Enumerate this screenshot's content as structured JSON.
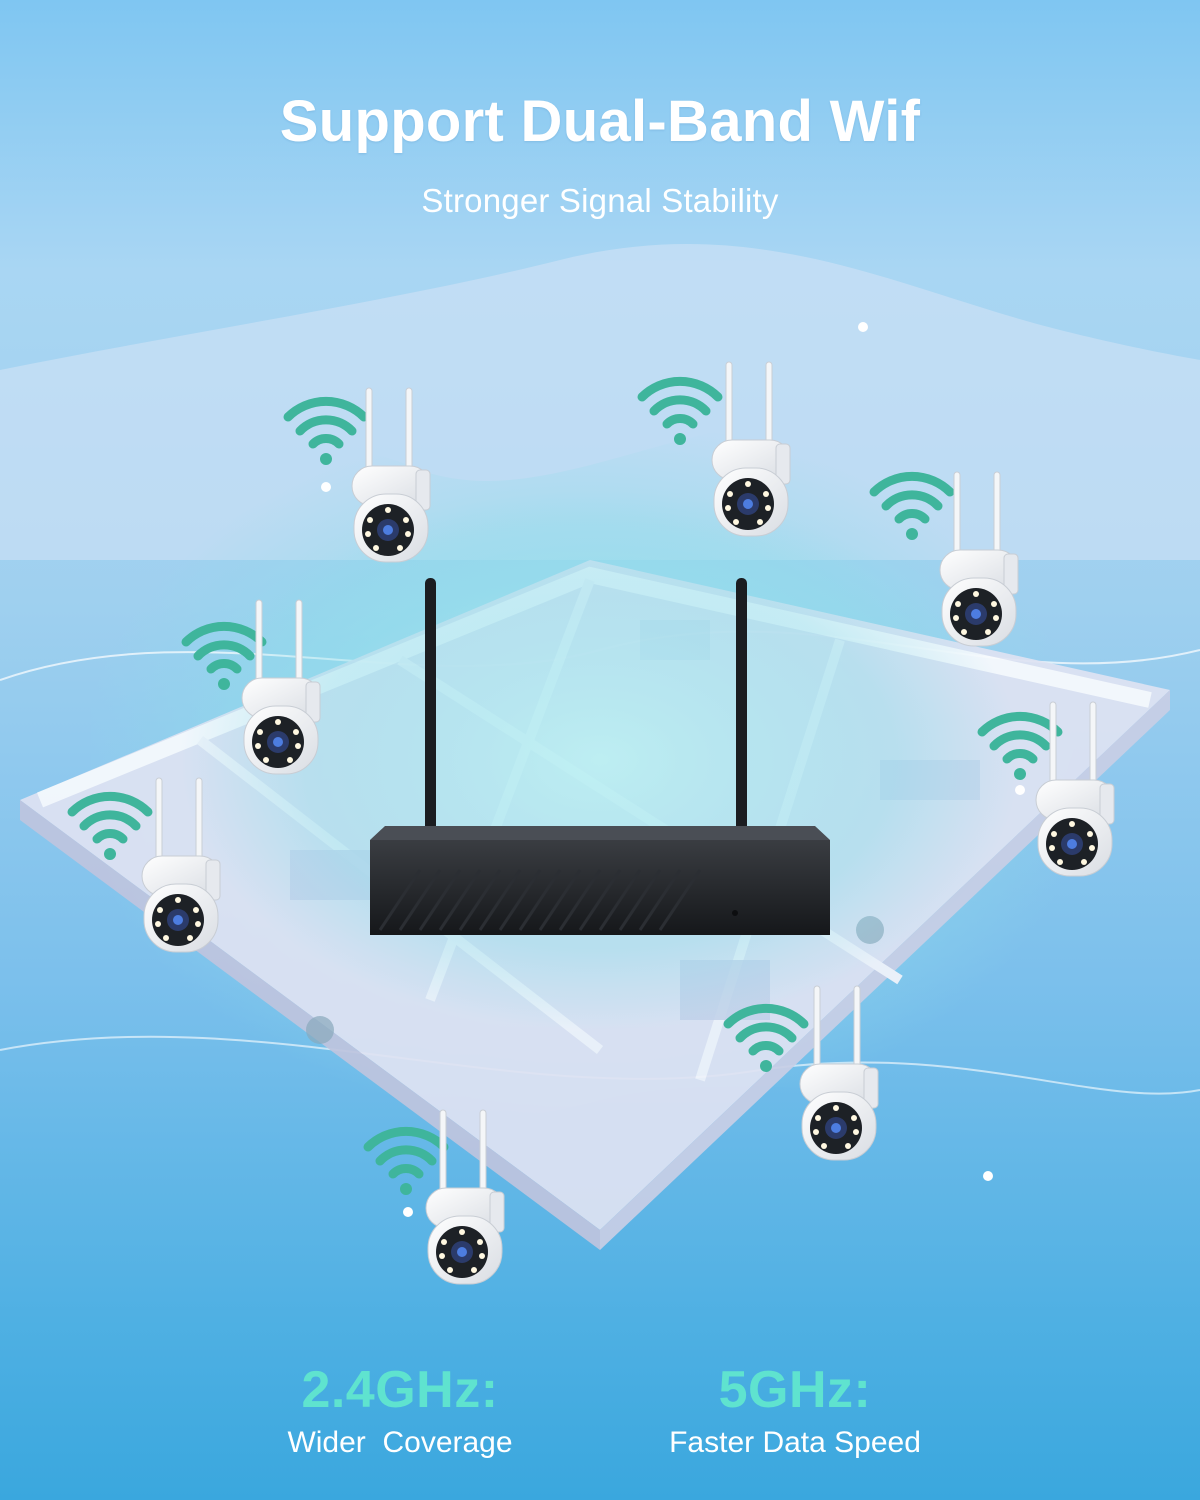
{
  "header": {
    "title": "Support Dual-Band Wif",
    "subtitle": "Stronger Signal Stability"
  },
  "illustration": {
    "recorder": "nvr-recorder",
    "camera_count": 8,
    "icons": [
      "wifi-icon",
      "security-camera-icon",
      "floor-plan-house"
    ]
  },
  "bands": [
    {
      "label": "2.4GHz:",
      "description": "Wider  Coverage"
    },
    {
      "label": "5GHz:",
      "description": "Faster Data Speed"
    }
  ],
  "colors": {
    "accent": "#5fe3cf",
    "wifi_icon": "#3fb59c",
    "recorder": "#1f2226",
    "background_top": "#7fc6f2",
    "background_bottom": "#3aa7de"
  }
}
